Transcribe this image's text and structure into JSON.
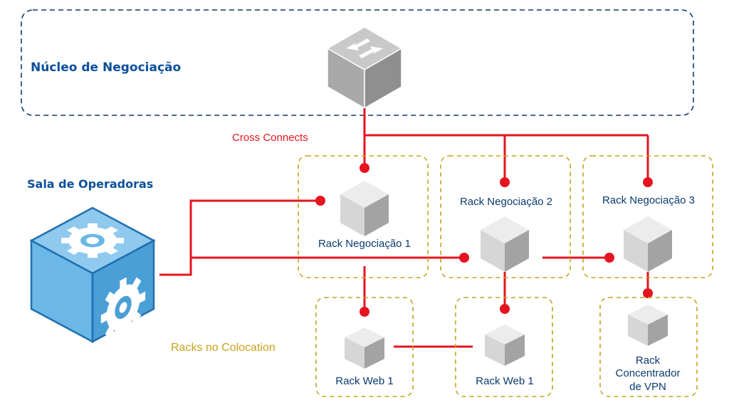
{
  "colors": {
    "core_border": "#0b3a6e",
    "title_blue": "#0b4f9c",
    "link_red": "#e4151f",
    "colo_gold": "#c8a21c",
    "rack_label": "#0b3a6e",
    "rack_face_light": "#e6e6e6",
    "rack_face_mid": "#c4c4c4",
    "rack_face_dark": "#9a9a9a",
    "ops_cube_top": "#8fc9ee",
    "ops_cube_left": "#6bb7e6",
    "ops_cube_right": "#4a9fd6",
    "ops_cube_edge": "#1f6fb0",
    "switch_top": "#c9c9c9",
    "switch_left": "#a9a9a9",
    "switch_right": "#8f8f8f"
  },
  "icons": {
    "core_switch": "switch-icon",
    "operators": "gear-cube-icon",
    "rack": "rack-cube-icon"
  },
  "labels": {
    "core": "Núcleo de Negociação",
    "operators": "Sala de Operadoras",
    "cross_connects": "Cross Connects",
    "colocation": "Racks no Colocation"
  },
  "racks": {
    "neg1": "Rack Negociação 1",
    "neg2": "Rack Negociação 2",
    "neg3": "Rack Negociação 3",
    "web1a": "Rack Web 1",
    "web1b": "Rack Web 1",
    "vpn_line1": "Rack",
    "vpn_line2": "Concentrador",
    "vpn_line3": "de VPN"
  }
}
